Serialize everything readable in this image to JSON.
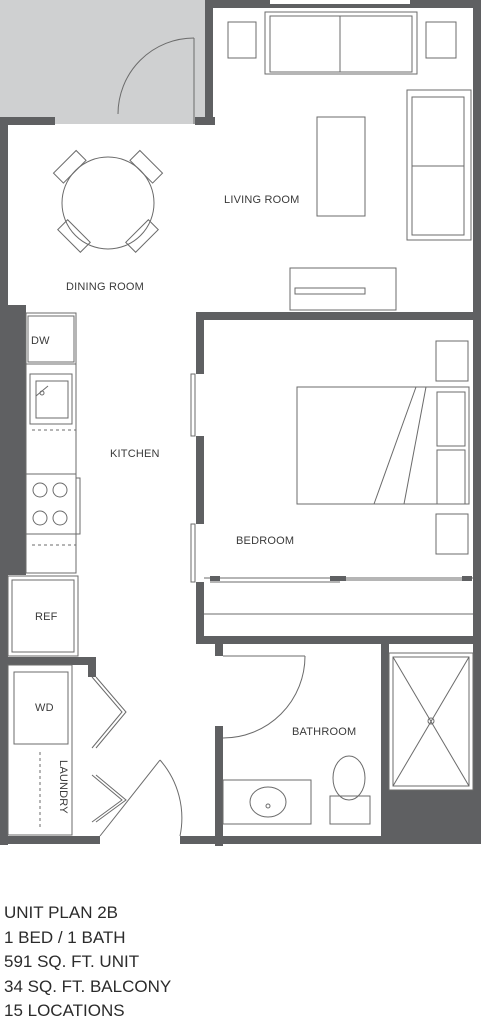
{
  "rooms": {
    "living_room": "LIVING ROOM",
    "dining_room": "DINING ROOM",
    "kitchen": "KITCHEN",
    "bedroom": "BEDROOM",
    "bathroom": "BATHROOM",
    "laundry": "LAUNDRY"
  },
  "fixtures": {
    "dishwasher": "DW",
    "refrigerator": "REF",
    "washer_dryer": "WD"
  },
  "unit_info": {
    "plan": "UNIT PLAN 2B",
    "beds_baths": "1 BED / 1 BATH",
    "unit_area": "591 SQ. FT. UNIT",
    "balcony_area": "34 SQ. FT. BALCONY",
    "locations": "15 LOCATIONS"
  },
  "colors": {
    "wall": "#5f6062",
    "line": "#6b6b6b",
    "shaded_area": "#cfd0d1",
    "text": "#2b2b2b"
  }
}
